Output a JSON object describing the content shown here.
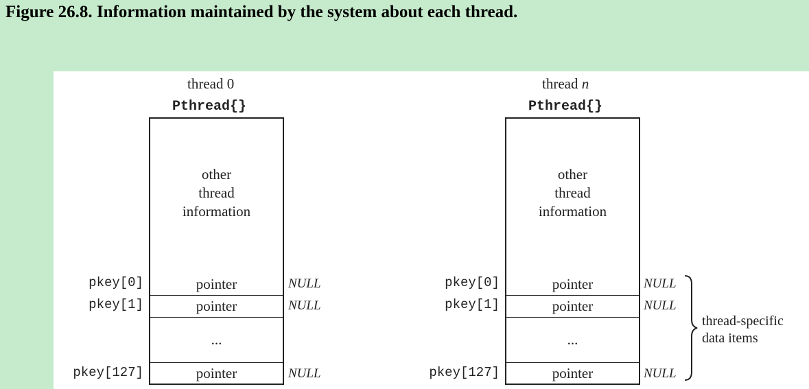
{
  "figure_title": "Figure 26.8. Information maintained by the system about each thread.",
  "threads": [
    {
      "label_prefix": "thread",
      "label_index": "0",
      "struct_label": "Pthread{}",
      "info_lines": [
        "other",
        "thread",
        "information"
      ],
      "rows": [
        {
          "key": "pkey[0]",
          "cell": "pointer",
          "value": "NULL"
        },
        {
          "key": "pkey[1]",
          "cell": "pointer",
          "value": "NULL"
        },
        {
          "key": "",
          "cell": "...",
          "value": ""
        },
        {
          "key": "pkey[127]",
          "cell": "pointer",
          "value": "NULL"
        }
      ]
    },
    {
      "label_prefix": "thread",
      "label_index": "n",
      "struct_label": "Pthread{}",
      "info_lines": [
        "other",
        "thread",
        "information"
      ],
      "rows": [
        {
          "key": "pkey[0]",
          "cell": "pointer",
          "value": "NULL"
        },
        {
          "key": "pkey[1]",
          "cell": "pointer",
          "value": "NULL"
        },
        {
          "key": "",
          "cell": "...",
          "value": ""
        },
        {
          "key": "pkey[127]",
          "cell": "pointer",
          "value": "NULL"
        }
      ]
    }
  ],
  "brace_label_lines": [
    "thread-specific",
    "data items"
  ]
}
